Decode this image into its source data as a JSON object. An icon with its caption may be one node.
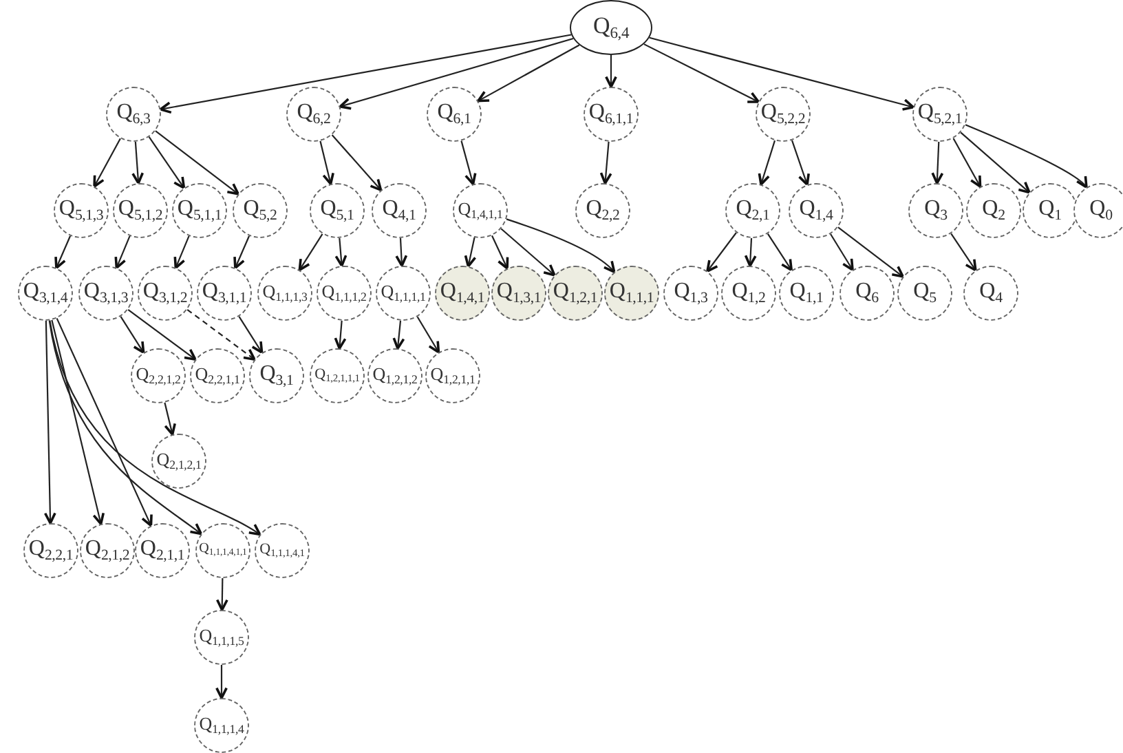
{
  "diagram": {
    "nodes": [
      {
        "text": [
          "Q$_{6,4}$"
        ]
      },
      {
        "text": [
          "Q$_{6,3}$"
        ]
      },
      {
        "text": [
          "Q$_{6,2}$"
        ]
      },
      {
        "text": [
          "Q$_{6,1}$"
        ]
      },
      {
        "text": [
          "Q$_{6,1,1}$"
        ]
      },
      {
        "text": [
          "Q$_{5,2,2}$"
        ]
      },
      {
        "text": [
          "Q$_{5,2,1}$"
        ]
      },
      {
        "text": [
          "Q$_{5,1,3}$"
        ]
      },
      {
        "text": [
          "Q$_{5,1,2}$"
        ]
      },
      {
        "text": [
          "Q$_{5,1,1}$"
        ]
      },
      {
        "text": [
          "Q$_{5,2}$"
        ]
      },
      {
        "text": [
          "Q$_{5,1}$"
        ]
      },
      {
        "text": [
          "Q$_{4,1}$"
        ]
      },
      {
        "text": [
          "Q$_{1,4,1,1}$"
        ]
      },
      {
        "text": [
          "Q$_{2,2}$"
        ]
      },
      {
        "text": [
          "Q$_{2,1}$"
        ]
      },
      {
        "text": [
          "Q$_{1,4}$"
        ]
      },
      {
        "text": [
          "Q$_{3}$"
        ]
      },
      {
        "text": [
          "Q$_{2}$"
        ]
      },
      {
        "text": [
          "Q$_{1}$"
        ]
      },
      {
        "text": [
          "Q$_{0}$"
        ]
      },
      {
        "text": [
          "Q$_{3,1,4}$"
        ]
      },
      {
        "text": [
          "Q$_{3,1,3}$"
        ]
      },
      {
        "text": [
          "Q$_{3,1,2}$"
        ]
      },
      {
        "text": [
          "Q$_{3,1,1}$"
        ]
      },
      {
        "text": [
          "Q$_{1,1,1,3}$"
        ]
      },
      {
        "text": [
          "Q$_{1,1,1,2}$"
        ]
      },
      {
        "text": [
          "Q$_{1,1,1,1}$"
        ]
      },
      {
        "text": [
          "Q$_{1,4,1}$"
        ]
      },
      {
        "text": [
          "Q$_{1,3,1}$"
        ]
      },
      {
        "text": [
          "Q$_{1,2,1}$"
        ]
      },
      {
        "text": [
          "Q$_{1,1,1}$"
        ]
      },
      {
        "text": [
          "Q$_{1,3}$"
        ]
      },
      {
        "text": [
          "Q$_{1,2}$"
        ]
      },
      {
        "text": [
          "Q$_{1,1}$"
        ]
      },
      {
        "text": [
          "Q$_{6}$"
        ]
      },
      {
        "text": [
          "Q$_{5}$"
        ]
      },
      {
        "text": [
          "Q$_{4}$"
        ]
      },
      {
        "text": [
          "Q$_{2,2,1,2}$"
        ]
      },
      {
        "text": [
          "Q$_{2,2,1,1}$"
        ]
      },
      {
        "text": [
          "Q$_{3,1}$"
        ]
      },
      {
        "text": [
          "Q$_{1,2,1,1,1}$"
        ]
      },
      {
        "text": [
          "Q$_{1,2,1,2}$"
        ]
      },
      {
        "text": [
          "Q$_{1,2,1,1}$"
        ]
      },
      {
        "text": [
          "Q$_{2,1,2,1}$"
        ]
      },
      {
        "text": [
          "Q$_{2,2,1}$"
        ]
      },
      {
        "text": [
          "Q$_{2,1,2}$"
        ]
      },
      {
        "text": [
          "Q$_{2,1,1}$"
        ]
      },
      {
        "text": [
          "Q$_{1,1,1,4,1,1}$"
        ]
      },
      {
        "text": [
          "Q$_{1,1,1,4,1}$"
        ]
      },
      {
        "text": [
          "Q$_{1,1,1,5}$"
        ]
      },
      {
        "text": [
          "Q$_{1,1,1,4}$"
        ]
      }
    ],
    "edges": [
      {
        "from": 0,
        "to": 1,
        "arrow": "to"
      },
      {
        "from": 0,
        "to": 2,
        "arrow": "to"
      },
      {
        "from": 0,
        "to": 3,
        "arrow": "to"
      },
      {
        "from": 0,
        "to": 4,
        "arrow": "to"
      },
      {
        "from": 0,
        "to": 5,
        "arrow": "to"
      },
      {
        "from": 0,
        "to": 6,
        "arrow": "to"
      },
      {
        "from": 1,
        "to": 7,
        "arrow": "to"
      },
      {
        "from": 1,
        "to": 8,
        "arrow": "to"
      },
      {
        "from": 1,
        "to": 9,
        "arrow": "to"
      },
      {
        "from": 1,
        "to": 10,
        "arrow": "to"
      },
      {
        "from": 2,
        "to": 11,
        "arrow": "to"
      },
      {
        "from": 2,
        "to": 12,
        "arrow": "to"
      },
      {
        "from": 3,
        "to": 13,
        "arrow": "to"
      },
      {
        "from": 4,
        "to": 14,
        "arrow": "to"
      },
      {
        "from": 5,
        "to": 15,
        "arrow": "to"
      },
      {
        "from": 5,
        "to": 16,
        "arrow": "to"
      },
      {
        "from": 6,
        "to": 17,
        "arrow": "to"
      },
      {
        "from": 6,
        "to": 18,
        "arrow": "to"
      },
      {
        "from": 6,
        "to": 19,
        "arrow": "to"
      },
      {
        "from": 6,
        "to": 20,
        "arrow": "to"
      },
      {
        "from": 7,
        "to": 21,
        "arrow": "to"
      },
      {
        "from": 8,
        "to": 22,
        "arrow": "to"
      },
      {
        "from": 9,
        "to": 23,
        "arrow": "to"
      },
      {
        "from": 10,
        "to": 24,
        "arrow": "to"
      },
      {
        "from": 11,
        "to": 25,
        "arrow": "to"
      },
      {
        "from": 11,
        "to": 26,
        "arrow": "to"
      },
      {
        "from": 12,
        "to": 27,
        "arrow": "to"
      },
      {
        "from": 13,
        "to": 28,
        "arrow": "to"
      },
      {
        "from": 13,
        "to": 29,
        "arrow": "to"
      },
      {
        "from": 13,
        "to": 30,
        "arrow": "to"
      },
      {
        "from": 13,
        "to": 31,
        "arrow": "to"
      },
      {
        "from": 15,
        "to": 32,
        "arrow": "to"
      },
      {
        "from": 15,
        "to": 33,
        "arrow": "to"
      },
      {
        "from": 15,
        "to": 34,
        "arrow": "to"
      },
      {
        "from": 16,
        "to": 35,
        "arrow": "to"
      },
      {
        "from": 16,
        "to": 36,
        "arrow": "to"
      },
      {
        "from": 17,
        "to": 37,
        "arrow": "to"
      },
      {
        "from": 22,
        "to": 38,
        "arrow": "to"
      },
      {
        "from": 22,
        "to": 39,
        "arrow": "to"
      },
      {
        "from": 23,
        "to": 40,
        "arrow": "to",
        "style": "dashed"
      },
      {
        "from": 24,
        "to": 40,
        "arrow": "to"
      },
      {
        "from": 26,
        "to": 41,
        "arrow": "to"
      },
      {
        "from": 27,
        "to": 42,
        "arrow": "to"
      },
      {
        "from": 27,
        "to": 43,
        "arrow": "to"
      },
      {
        "from": 38,
        "to": 44,
        "arrow": "to"
      },
      {
        "from": 21,
        "to": 45,
        "arrow": "to"
      },
      {
        "from": 21,
        "to": 46,
        "arrow": "to"
      },
      {
        "from": 21,
        "to": 47,
        "arrow": "to"
      },
      {
        "from": 21,
        "to": 48,
        "arrow": "to"
      },
      {
        "from": 21,
        "to": 49,
        "arrow": "to"
      },
      {
        "from": 48,
        "to": 50,
        "arrow": "to"
      },
      {
        "from": 50,
        "to": 51,
        "arrow": "to"
      }
    ]
  }
}
